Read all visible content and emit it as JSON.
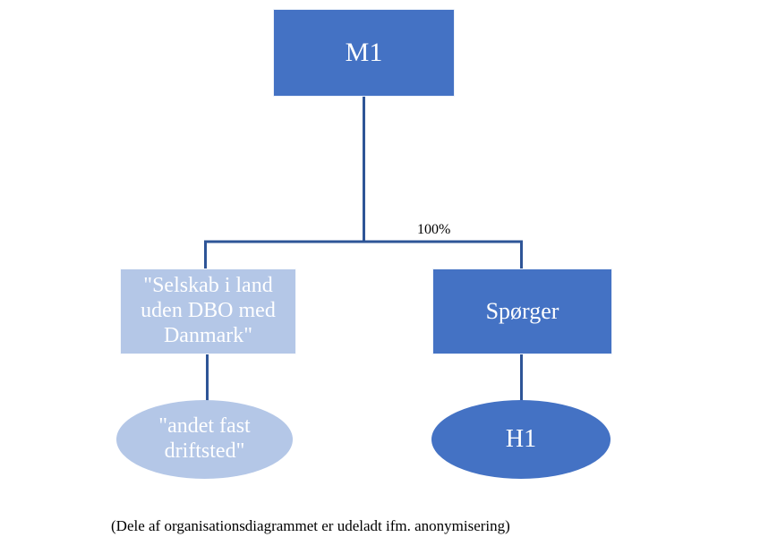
{
  "diagram": {
    "type": "org-chart",
    "background_color": "#FFFFFF",
    "colors": {
      "fill_dark": "#4472C4",
      "fill_light": "#B4C7E7",
      "connector": "#2E5597",
      "node_text": "#FFFFFF",
      "caption_text": "#000000"
    },
    "nodes": [
      {
        "id": "m1",
        "label": "M1",
        "shape": "rectangle",
        "fill": "dark"
      },
      {
        "id": "selskab",
        "label": "\"Selskab i land\nuden DBO med\nDanmark\"",
        "shape": "rectangle",
        "fill": "light"
      },
      {
        "id": "sporger",
        "label": "Spørger",
        "shape": "rectangle",
        "fill": "dark"
      },
      {
        "id": "driftsted",
        "label": "\"andet fast\ndriftsted\"",
        "shape": "ellipse",
        "fill": "light"
      },
      {
        "id": "h1",
        "label": "H1",
        "shape": "ellipse",
        "fill": "dark"
      }
    ],
    "edge_labels": {
      "m1_to_sporger": "100%"
    },
    "caption": "(Dele af organisationsdiagrammet er udeladt ifm. anonymisering)"
  }
}
